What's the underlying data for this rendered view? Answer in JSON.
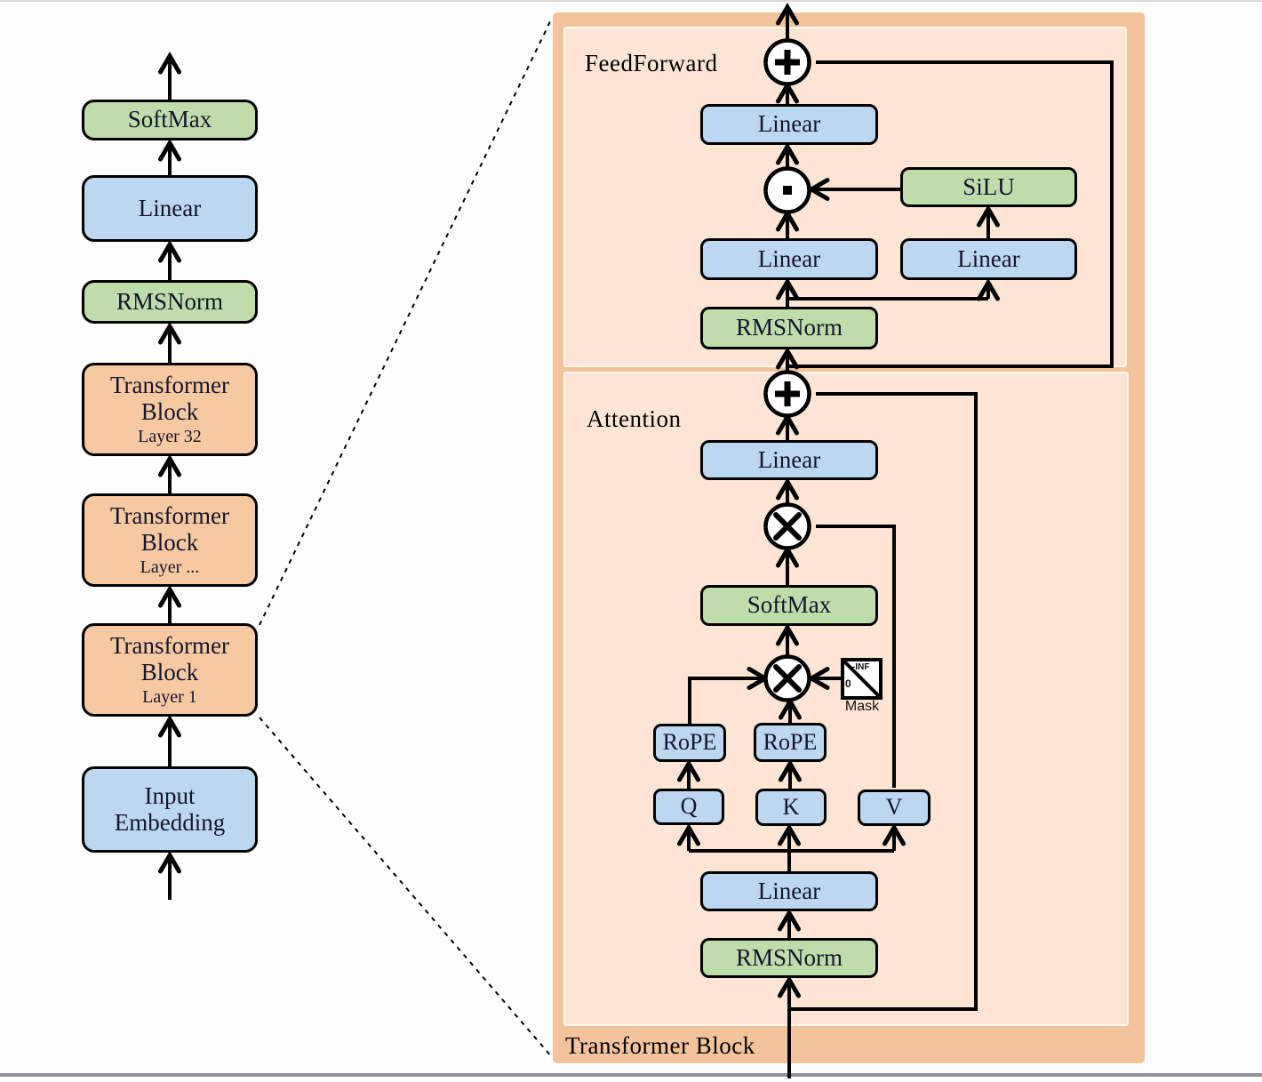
{
  "title": "Transformer (LLaMA-style) architecture diagram",
  "palette": {
    "blue_box": "#bdd7f1",
    "green_box": "#bfdcab",
    "orange_box": "#f6c9a2",
    "panel_outer": "#f3c39b",
    "panel_inner": "#fce5d4",
    "line": "#000000"
  },
  "left_column": {
    "blocks": [
      {
        "label": "SoftMax"
      },
      {
        "label": "Linear"
      },
      {
        "label": "RMSNorm"
      },
      {
        "label": "Transformer Block",
        "sublabel": "Layer 32"
      },
      {
        "label": "Transformer Block",
        "sublabel": "Layer ..."
      },
      {
        "label": "Transformer Block",
        "sublabel": "Layer 1"
      },
      {
        "label": "Input Embedding"
      }
    ]
  },
  "right_panel": {
    "bottom_label": "Transformer Block",
    "feedforward": {
      "title": "FeedForward",
      "linear_out": "Linear",
      "silu": "SiLU",
      "linear_gate": "Linear",
      "linear_up": "Linear",
      "rmsnorm": "RMSNorm"
    },
    "attention": {
      "title": "Attention",
      "linear_out": "Linear",
      "softmax": "SoftMax",
      "mask": {
        "label": "Mask",
        "top_right": "-INF",
        "bottom_left": "0"
      },
      "rope_q": "RoPE",
      "rope_k": "RoPE",
      "q": "Q",
      "k": "K",
      "v": "V",
      "linear_in": "Linear",
      "rmsnorm": "RMSNorm"
    }
  }
}
